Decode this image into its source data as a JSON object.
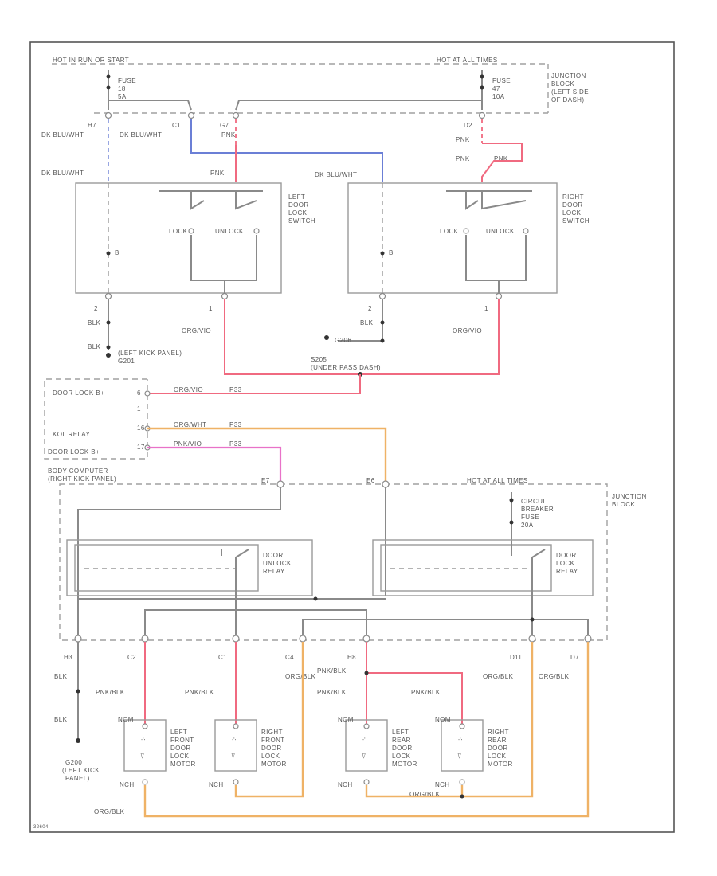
{
  "power": {
    "hot_run_start": "HOT IN RUN OR START",
    "hot_all_times": "HOT AT ALL TIMES",
    "fuse_left": [
      "FUSE",
      "18",
      "5A"
    ],
    "fuse_right": [
      "FUSE",
      "47",
      "10A"
    ],
    "junction_block_top": [
      "JUNCTION",
      "BLOCK",
      "(LEFT SIDE",
      "OF DASH)"
    ]
  },
  "connectors": {
    "h7": "H7",
    "c1": "C1",
    "g7": "G7",
    "d2": "D2",
    "pin2_left": "2",
    "pin1_left": "1",
    "pin2_right": "2",
    "pin1_right": "1",
    "b_left": "B",
    "b_right": "B",
    "e7": "E7",
    "e6": "E6",
    "h3": "H3",
    "c2": "C2",
    "c1b": "C1",
    "c4": "C4",
    "h8": "H8",
    "d11": "D11",
    "d7": "D7"
  },
  "wires": {
    "dk_blu_wht": "DK BLU/WHT",
    "pnk": "PNK",
    "org_vio_left": "ORG/VIO",
    "org_vio_right": "ORG/VIO",
    "blk": "BLK",
    "org_vio_bc": "ORG/VIO",
    "org_wht_bc": "ORG/WHT",
    "pnk_vio_bc": "PNK/VIO",
    "p33": "P33",
    "p33b": "P33",
    "p33c": "P33",
    "pnk_blk": "PNK/BLK",
    "org_blk": "ORG/BLK"
  },
  "switches": {
    "left_label": [
      "LEFT",
      "DOOR",
      "LOCK",
      "SWITCH"
    ],
    "right_label": [
      "RIGHT",
      "DOOR",
      "LOCK",
      "SWITCH"
    ],
    "lock": "LOCK",
    "unlock": "UNLOCK"
  },
  "grounds": {
    "left_kick": [
      "(LEFT KICK PANEL)",
      "G201"
    ],
    "g206": "G206",
    "g200": [
      "G200",
      "(LEFT KICK",
      "PANEL)"
    ]
  },
  "splice": [
    "S205",
    "(UNDER PASS DASH)"
  ],
  "body_computer": {
    "door_lock_b1": "DOOR LOCK B+",
    "kol_relay": "KOL RELAY",
    "door_lock_b2": "DOOR LOCK B+",
    "pins": [
      "6",
      "1",
      "16",
      "17"
    ],
    "name": [
      "BODY COMPUTER",
      "(RIGHT KICK PANEL)"
    ]
  },
  "junction_bottom": {
    "hot_all_times": "HOT AT ALL TIMES",
    "breaker": [
      "CIRCUIT",
      "BREAKER",
      "FUSE",
      "20A"
    ],
    "label": [
      "JUNCTION",
      "BLOCK"
    ],
    "unlock_relay": [
      "DOOR",
      "UNLOCK",
      "RELAY"
    ],
    "lock_relay": [
      "DOOR",
      "LOCK",
      "RELAY"
    ]
  },
  "motors": {
    "lf": [
      "LEFT",
      "FRONT",
      "DOOR",
      "LOCK",
      "MOTOR"
    ],
    "rf": [
      "RIGHT",
      "FRONT",
      "DOOR",
      "LOCK",
      "MOTOR"
    ],
    "lr": [
      "LEFT",
      "REAR",
      "DOOR",
      "LOCK",
      "MOTOR"
    ],
    "rr": [
      "RIGHT",
      "REAR",
      "DOOR",
      "LOCK",
      "MOTOR"
    ],
    "nom": "NOM",
    "nch": "NCH"
  },
  "figure_id": "32604"
}
